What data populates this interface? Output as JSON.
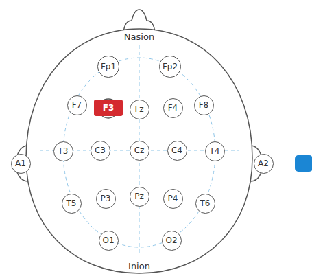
{
  "diagram": {
    "nodes": [
      {
        "text": [
          "Fp1"
        ]
      },
      {
        "text": [
          "Fp2"
        ]
      },
      {
        "text": [
          "F7"
        ]
      },
      {
        "text": [
          "F3"
        ]
      },
      {
        "text": [
          "Fz"
        ]
      },
      {
        "text": [
          "F4"
        ]
      },
      {
        "text": [
          "F8"
        ]
      },
      {
        "text": [
          "A1"
        ]
      },
      {
        "text": [
          "T3"
        ]
      },
      {
        "text": [
          "C3"
        ]
      },
      {
        "text": [
          "Cz"
        ]
      },
      {
        "text": [
          "C4"
        ]
      },
      {
        "text": [
          "T4"
        ]
      },
      {
        "text": [
          "A2"
        ]
      },
      {
        "text": [
          "T5"
        ]
      },
      {
        "text": [
          "P3"
        ]
      },
      {
        "text": [
          "Pz"
        ]
      },
      {
        "text": [
          "P4"
        ]
      },
      {
        "text": [
          "T6"
        ]
      },
      {
        "text": [
          "O1"
        ]
      },
      {
        "text": [
          "O2"
        ]
      }
    ],
    "labels": [
      "Nasion",
      "Inion"
    ]
  }
}
